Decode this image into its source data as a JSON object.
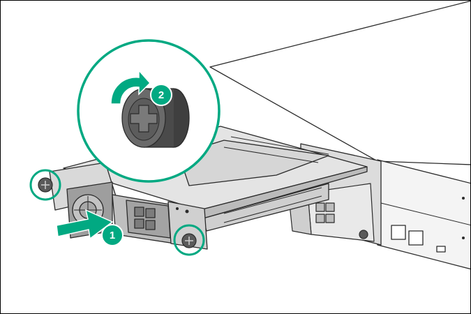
{
  "diagram": {
    "colors": {
      "accent": "#01a982",
      "line": "#2b2b2b",
      "metal_light": "#e6e6e6",
      "metal_mid": "#c9c9c9",
      "metal_dark": "#8c8c8c",
      "thumbscrew": "#5a5a5a"
    },
    "callouts": [
      {
        "label": "1",
        "meaning": "insert-module",
        "icon": "arrow-right-icon"
      },
      {
        "label": "2",
        "meaning": "tighten-thumbscrew",
        "icon": "rotate-clockwise-icon"
      }
    ],
    "zoom_detail": {
      "subject": "thumbscrew",
      "icon": "magnifier-circle"
    }
  }
}
